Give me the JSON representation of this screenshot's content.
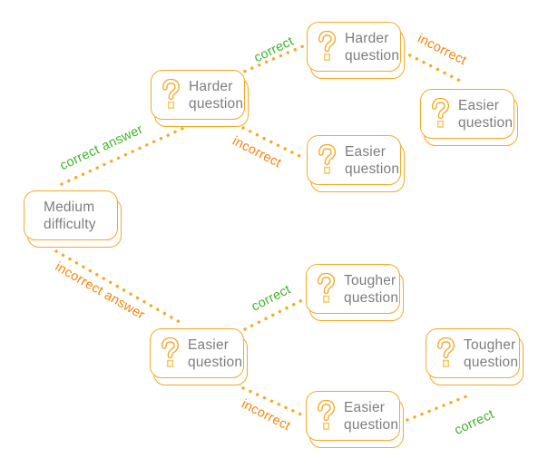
{
  "colors": {
    "background": "#FFFFFF",
    "node_border": "#F7A824",
    "edge_dots": "#F7A824",
    "correct_green": "#3EB428",
    "incorrect_orange": "#F6820A",
    "node_text_gray": "#7E7E81",
    "icon_orange": "#F5A623",
    "icon_square_light": "#FBC860"
  },
  "diagram": {
    "type": "flowchart-adaptive-question-difficulty",
    "nodes": [
      {
        "id": "medium",
        "label_line1": "Medium",
        "label_line2": "difficulty",
        "icon": null
      },
      {
        "id": "harder1",
        "label_line1": "Harder",
        "label_line2": "question",
        "icon": "question-mark-icon"
      },
      {
        "id": "harder2",
        "label_line1": "Harder",
        "label_line2": "question",
        "icon": "question-mark-icon"
      },
      {
        "id": "easier1",
        "label_line1": "Easier",
        "label_line2": "question",
        "icon": "question-mark-icon"
      },
      {
        "id": "easier2",
        "label_line1": "Easier",
        "label_line2": "question",
        "icon": "question-mark-icon"
      },
      {
        "id": "easier3",
        "label_line1": "Easier",
        "label_line2": "question",
        "icon": "question-mark-icon"
      },
      {
        "id": "tougher1",
        "label_line1": "Tougher",
        "label_line2": "question",
        "icon": "question-mark-icon"
      },
      {
        "id": "tougher2",
        "label_line1": "Tougher",
        "label_line2": "question",
        "icon": "question-mark-icon"
      },
      {
        "id": "easier4",
        "label_line1": "Easier",
        "label_line2": "question",
        "icon": "question-mark-icon"
      }
    ],
    "edges": [
      {
        "from": "medium",
        "to": "harder1",
        "label": "correct answer",
        "outcome": "correct"
      },
      {
        "from": "medium",
        "to": "easier3",
        "label": "incorrect answer",
        "outcome": "incorrect"
      },
      {
        "from": "harder1",
        "to": "harder2",
        "label": "correct",
        "outcome": "correct"
      },
      {
        "from": "harder1",
        "to": "easier2",
        "label": "incorrect",
        "outcome": "incorrect"
      },
      {
        "from": "harder2",
        "to": "easier1",
        "label": "incorrect",
        "outcome": "incorrect"
      },
      {
        "from": "easier3",
        "to": "tougher1",
        "label": "correct",
        "outcome": "correct"
      },
      {
        "from": "easier3",
        "to": "easier4",
        "label": "incorrect",
        "outcome": "incorrect"
      },
      {
        "from": "easier4",
        "to": "tougher2",
        "label": "correct",
        "outcome": "correct"
      }
    ]
  }
}
